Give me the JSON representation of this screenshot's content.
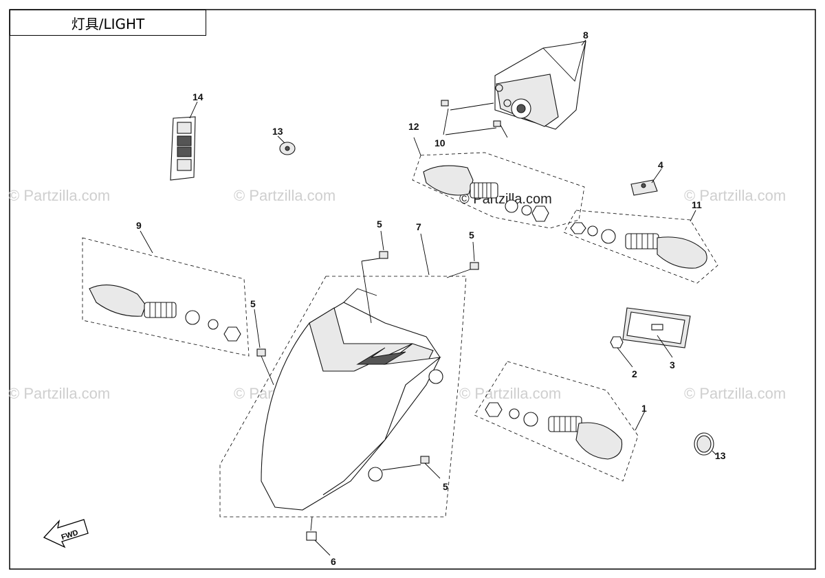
{
  "title": "灯具/LIGHT",
  "watermark": "© Partzilla.com",
  "direction_label": "FWD",
  "callouts": {
    "c1": "1",
    "c2": "2",
    "c3": "3",
    "c4": "4",
    "c5a": "5",
    "c5b": "5",
    "c5c": "5",
    "c5d": "5",
    "c6": "6",
    "c7": "7",
    "c8": "8",
    "c9": "9",
    "c10": "10",
    "c11": "11",
    "c12": "12",
    "c13a": "13",
    "c13b": "13",
    "c14": "14"
  }
}
